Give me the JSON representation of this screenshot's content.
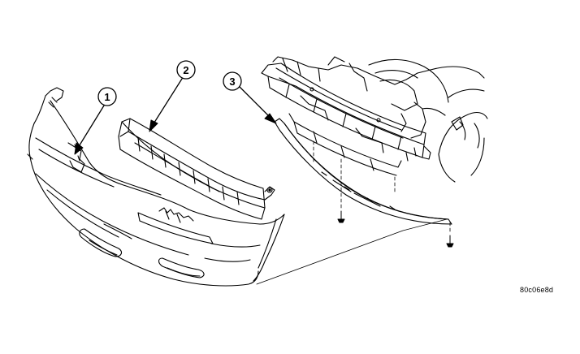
{
  "diagram": {
    "callouts": [
      {
        "id": "callout-1",
        "label": "1"
      },
      {
        "id": "callout-2",
        "label": "2"
      },
      {
        "id": "callout-3",
        "label": "3"
      }
    ],
    "figure_code": "80c06e8d",
    "colors": {
      "line": "#000000",
      "background": "#ffffff"
    }
  }
}
